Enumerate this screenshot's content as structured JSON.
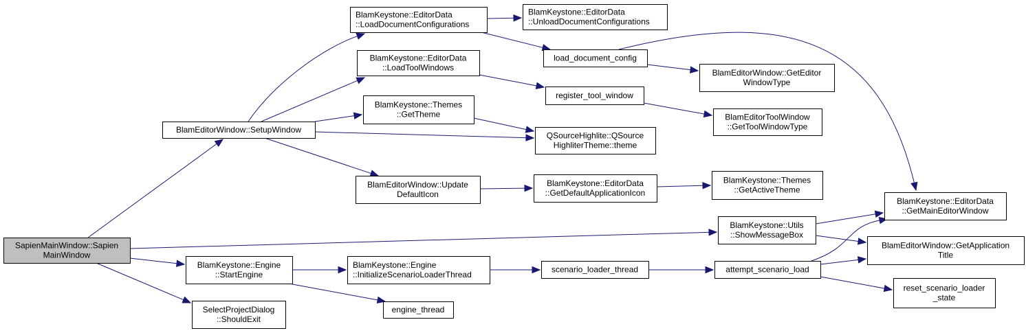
{
  "diagram": {
    "type": "call-graph",
    "colors": {
      "edge": "#191970",
      "node_border": "#000000",
      "node_fill": "#ffffff",
      "root_fill": "#bfbfbf"
    },
    "nodes": [
      {
        "id": "sapien",
        "lines": [
          "SapienMainWindow::Sapien",
          "MainWindow"
        ],
        "root": true
      },
      {
        "id": "setup",
        "lines": [
          "BlamEditorWindow::SetupWindow"
        ]
      },
      {
        "id": "loaddoc",
        "lines": [
          "BlamKeystone::EditorData",
          "::LoadDocumentConfigurations"
        ],
        "align": "left"
      },
      {
        "id": "unloaddoc",
        "lines": [
          "BlamKeystone::EditorData",
          "::UnloadDocumentConfigurations"
        ],
        "align": "left"
      },
      {
        "id": "loadtool",
        "lines": [
          "BlamKeystone::EditorData",
          "::LoadToolWindows"
        ]
      },
      {
        "id": "gettheme",
        "lines": [
          "BlamKeystone::Themes",
          "::GetTheme"
        ]
      },
      {
        "id": "updateicon",
        "lines": [
          "BlamEditorWindow::Update",
          "DefaultIcon"
        ]
      },
      {
        "id": "loadcfg",
        "lines": [
          "load_document_config"
        ]
      },
      {
        "id": "regtool",
        "lines": [
          "register_tool_window"
        ]
      },
      {
        "id": "qsource",
        "lines": [
          "QSourceHighlite::QSource",
          "HighliterTheme::theme"
        ]
      },
      {
        "id": "getdefaulticon",
        "lines": [
          "BlamKeystone::EditorData",
          "::GetDefaultApplicationIcon"
        ]
      },
      {
        "id": "geteditortype",
        "lines": [
          "BlamEditorWindow::GetEditor",
          "WindowType"
        ]
      },
      {
        "id": "gettooltype",
        "lines": [
          "BlamEditorToolWindow",
          "::GetToolWindowType"
        ]
      },
      {
        "id": "getactivetheme",
        "lines": [
          "BlamKeystone::Themes",
          "::GetActiveTheme"
        ]
      },
      {
        "id": "showmsg",
        "lines": [
          "BlamKeystone::Utils",
          "::ShowMessageBox"
        ]
      },
      {
        "id": "getmainwin",
        "lines": [
          "BlamKeystone::EditorData",
          "::GetMainEditorWindow"
        ]
      },
      {
        "id": "getapptitle",
        "lines": [
          "BlamEditorWindow::GetApplication",
          "Title"
        ]
      },
      {
        "id": "startengine",
        "lines": [
          "BlamKeystone::Engine",
          "::StartEngine"
        ]
      },
      {
        "id": "initscen",
        "lines": [
          "BlamKeystone::Engine",
          "::InitializeScenarioLoaderThread"
        ],
        "align": "left"
      },
      {
        "id": "scenthread",
        "lines": [
          "scenario_loader_thread"
        ]
      },
      {
        "id": "attempt",
        "lines": [
          "attempt_scenario_load"
        ]
      },
      {
        "id": "reset",
        "lines": [
          "reset_scenario_loader",
          "_state"
        ]
      },
      {
        "id": "enginethread",
        "lines": [
          "engine_thread"
        ]
      },
      {
        "id": "selectproj",
        "lines": [
          "SelectProjectDialog",
          "::ShouldExit"
        ]
      }
    ],
    "edges": [
      {
        "from": "sapien",
        "to": "setup"
      },
      {
        "from": "sapien",
        "to": "showmsg"
      },
      {
        "from": "sapien",
        "to": "startengine"
      },
      {
        "from": "sapien",
        "to": "selectproj"
      },
      {
        "from": "setup",
        "to": "loaddoc"
      },
      {
        "from": "setup",
        "to": "loadtool"
      },
      {
        "from": "setup",
        "to": "gettheme"
      },
      {
        "from": "setup",
        "to": "qsource"
      },
      {
        "from": "setup",
        "to": "updateicon"
      },
      {
        "from": "loaddoc",
        "to": "unloaddoc"
      },
      {
        "from": "loaddoc",
        "to": "loadcfg"
      },
      {
        "from": "loadtool",
        "to": "regtool"
      },
      {
        "from": "gettheme",
        "to": "qsource"
      },
      {
        "from": "updateicon",
        "to": "getdefaulticon"
      },
      {
        "from": "loadcfg",
        "to": "geteditortype"
      },
      {
        "from": "loadcfg",
        "to": "getmainwin"
      },
      {
        "from": "regtool",
        "to": "gettooltype"
      },
      {
        "from": "getdefaulticon",
        "to": "getactivetheme"
      },
      {
        "from": "showmsg",
        "to": "getmainwin"
      },
      {
        "from": "showmsg",
        "to": "getapptitle"
      },
      {
        "from": "startengine",
        "to": "initscen"
      },
      {
        "from": "startengine",
        "to": "enginethread"
      },
      {
        "from": "initscen",
        "to": "scenthread"
      },
      {
        "from": "scenthread",
        "to": "attempt"
      },
      {
        "from": "attempt",
        "to": "getmainwin"
      },
      {
        "from": "attempt",
        "to": "getapptitle"
      },
      {
        "from": "attempt",
        "to": "reset"
      }
    ]
  }
}
